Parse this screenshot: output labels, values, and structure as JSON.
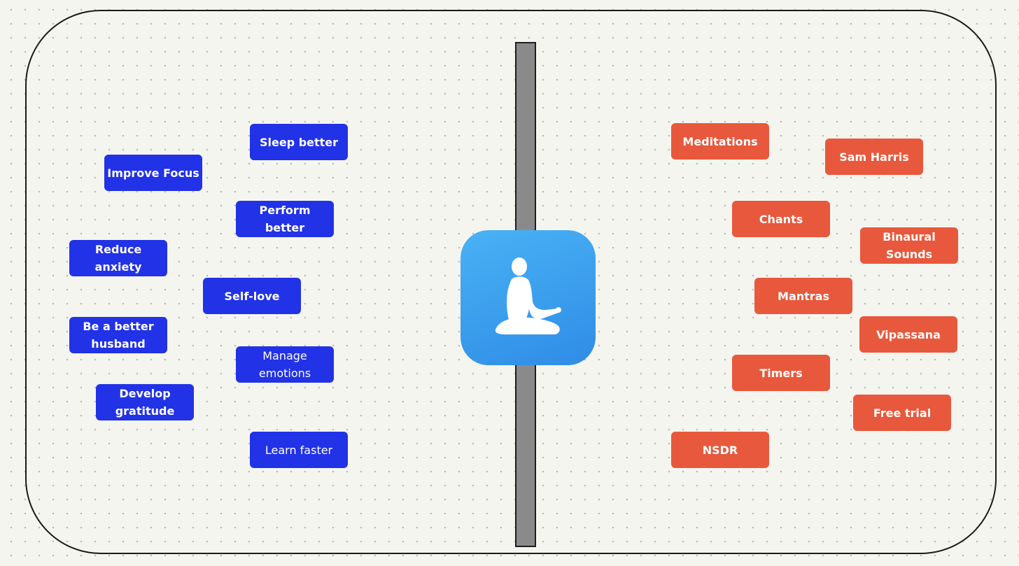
{
  "colors": {
    "goal_chip": "#2232e6",
    "feature_chip": "#e8583c",
    "app_icon": "#3a9ff0",
    "divider": "#8a8a8a"
  },
  "center": {
    "icon": "meditating-person-icon"
  },
  "goals": [
    {
      "label": "Sleep better"
    },
    {
      "label": "Improve Focus"
    },
    {
      "label": "Perform better"
    },
    {
      "label": "Reduce anxiety"
    },
    {
      "label": "Self-love"
    },
    {
      "label": "Be a better husband"
    },
    {
      "label": "Manage emotions"
    },
    {
      "label": "Develop gratitude"
    },
    {
      "label": "Learn faster"
    }
  ],
  "features": [
    {
      "label": "Meditations"
    },
    {
      "label": "Sam Harris"
    },
    {
      "label": "Chants"
    },
    {
      "label": "Binaural Sounds"
    },
    {
      "label": "Mantras"
    },
    {
      "label": "Vipassana"
    },
    {
      "label": "Timers"
    },
    {
      "label": "Free trial"
    },
    {
      "label": "NSDR"
    }
  ]
}
